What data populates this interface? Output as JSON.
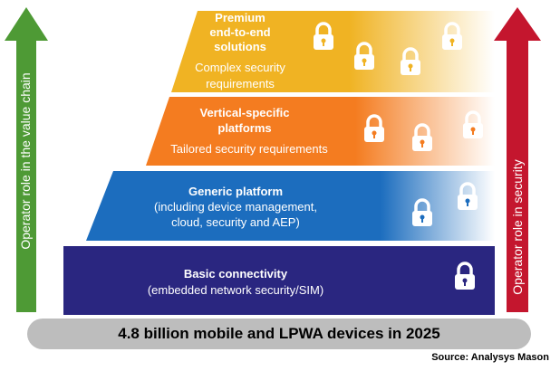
{
  "tiers": [
    {
      "title": "Premium end-to-end solutions",
      "title_lines": [
        "Premium",
        "end-to-end",
        "solutions"
      ],
      "subtitle_lines": [
        "Complex security",
        "requirements"
      ],
      "color": "#F0B323",
      "locks": 4
    },
    {
      "title": "Vertical-specific platforms",
      "title_lines": [
        "Vertical-specific",
        "platforms"
      ],
      "subtitle_lines": [
        "Tailored security requirements"
      ],
      "color": "#F47C20",
      "locks": 3
    },
    {
      "title": "Generic platform",
      "title_lines": [
        "Generic platform"
      ],
      "subtitle_lines": [
        "(including device management,",
        "cloud, security and AEP)"
      ],
      "color": "#1C6DBE",
      "locks": 2
    },
    {
      "title": "Basic connectivity",
      "title_lines": [
        "Basic connectivity"
      ],
      "subtitle_lines": [
        "(embedded network security/SIM)"
      ],
      "color": "#2A2680",
      "locks": 1
    }
  ],
  "left_arrow": {
    "label": "Operator role in the value chain",
    "color": "#4E9A35"
  },
  "right_arrow": {
    "label": "Operator role in security",
    "color": "#C4162E"
  },
  "base": {
    "label": "4.8 billion mobile and LPWA devices in 2025",
    "color": "#BDBDBD"
  },
  "source": "Source: Analysys Mason",
  "icons": {
    "lock": "padlock-icon"
  }
}
